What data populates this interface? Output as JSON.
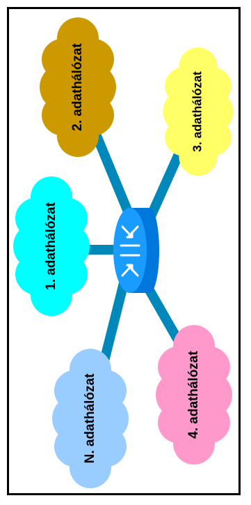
{
  "networks": [
    {
      "label": "1. adathálózat",
      "color": "#00ffff"
    },
    {
      "label": "2. adathálózat",
      "color": "#cc9900"
    },
    {
      "label": "3. adathálózat",
      "color": "#ffff66"
    },
    {
      "label": "4. adathálózat",
      "color": "#ff99cc"
    },
    {
      "label": "N. adathálózat",
      "color": "#99ccff"
    }
  ],
  "colors": {
    "link": "#0088bb",
    "router_body": "#0077dd",
    "router_top": "#1a9cff",
    "border": "#000000"
  },
  "icons": {
    "router": "router-icon"
  }
}
